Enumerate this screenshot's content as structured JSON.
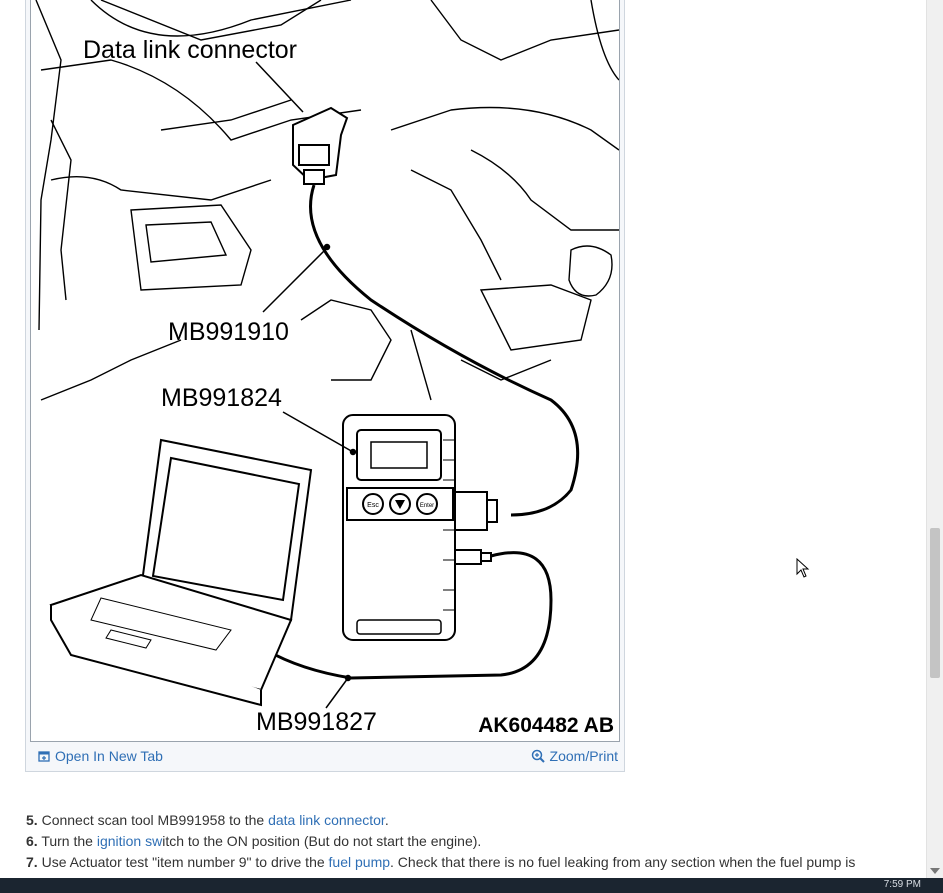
{
  "figure": {
    "callouts": {
      "data_link_connector": "Data link connector",
      "cable_1": "MB991910",
      "scan_tool": "MB991824",
      "cable_2": "MB991827",
      "figure_id": "AK604482 AB"
    },
    "button_labels": {
      "esc": "Esc",
      "enter": "Enter"
    }
  },
  "footer": {
    "open_new_tab": "Open In New Tab",
    "zoom_print": "Zoom/Print"
  },
  "steps": [
    {
      "num": "5.",
      "before": "Connect scan tool MB991958 to the ",
      "link": "data link connector",
      "after": "."
    },
    {
      "num": "6.",
      "before": "Turn the ",
      "link": "ignition sw",
      "after": "itch to the ON position (But do not start the engine)."
    },
    {
      "num": "7.",
      "before": "Use Actuator test \"item number 9\" to drive the ",
      "link": "fuel pump",
      "after": ". Check that there is no fuel leaking from any section when the fuel pump is"
    }
  ],
  "taskbar": {
    "clock": "7:59 PM"
  },
  "colors": {
    "link": "#2f6fb5",
    "taskbar": "#1b2530"
  }
}
